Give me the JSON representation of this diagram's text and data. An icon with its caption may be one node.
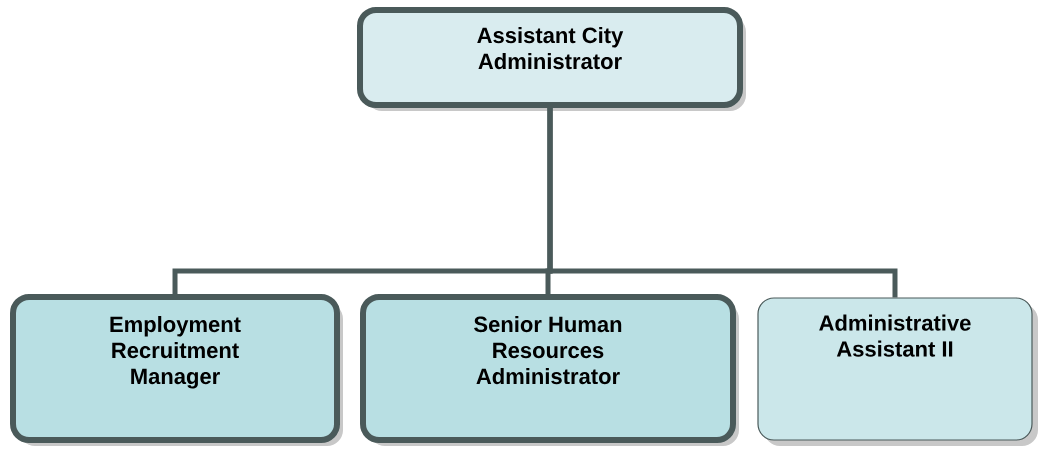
{
  "diagram": {
    "nodes": [
      {
        "text": [
          "Assistant City Administrator"
        ]
      },
      {
        "text": [
          "Employment Recruitment Manager"
        ]
      },
      {
        "text": [
          "Senior Human Resources Administrator"
        ]
      },
      {
        "text": [
          "Administrative Assistant II"
        ]
      }
    ],
    "edges": [
      {
        "from": 0,
        "to": 1,
        "arrow": "none"
      },
      {
        "from": 0,
        "to": 2,
        "arrow": "none"
      },
      {
        "from": 0,
        "to": 3,
        "arrow": "none"
      }
    ]
  }
}
